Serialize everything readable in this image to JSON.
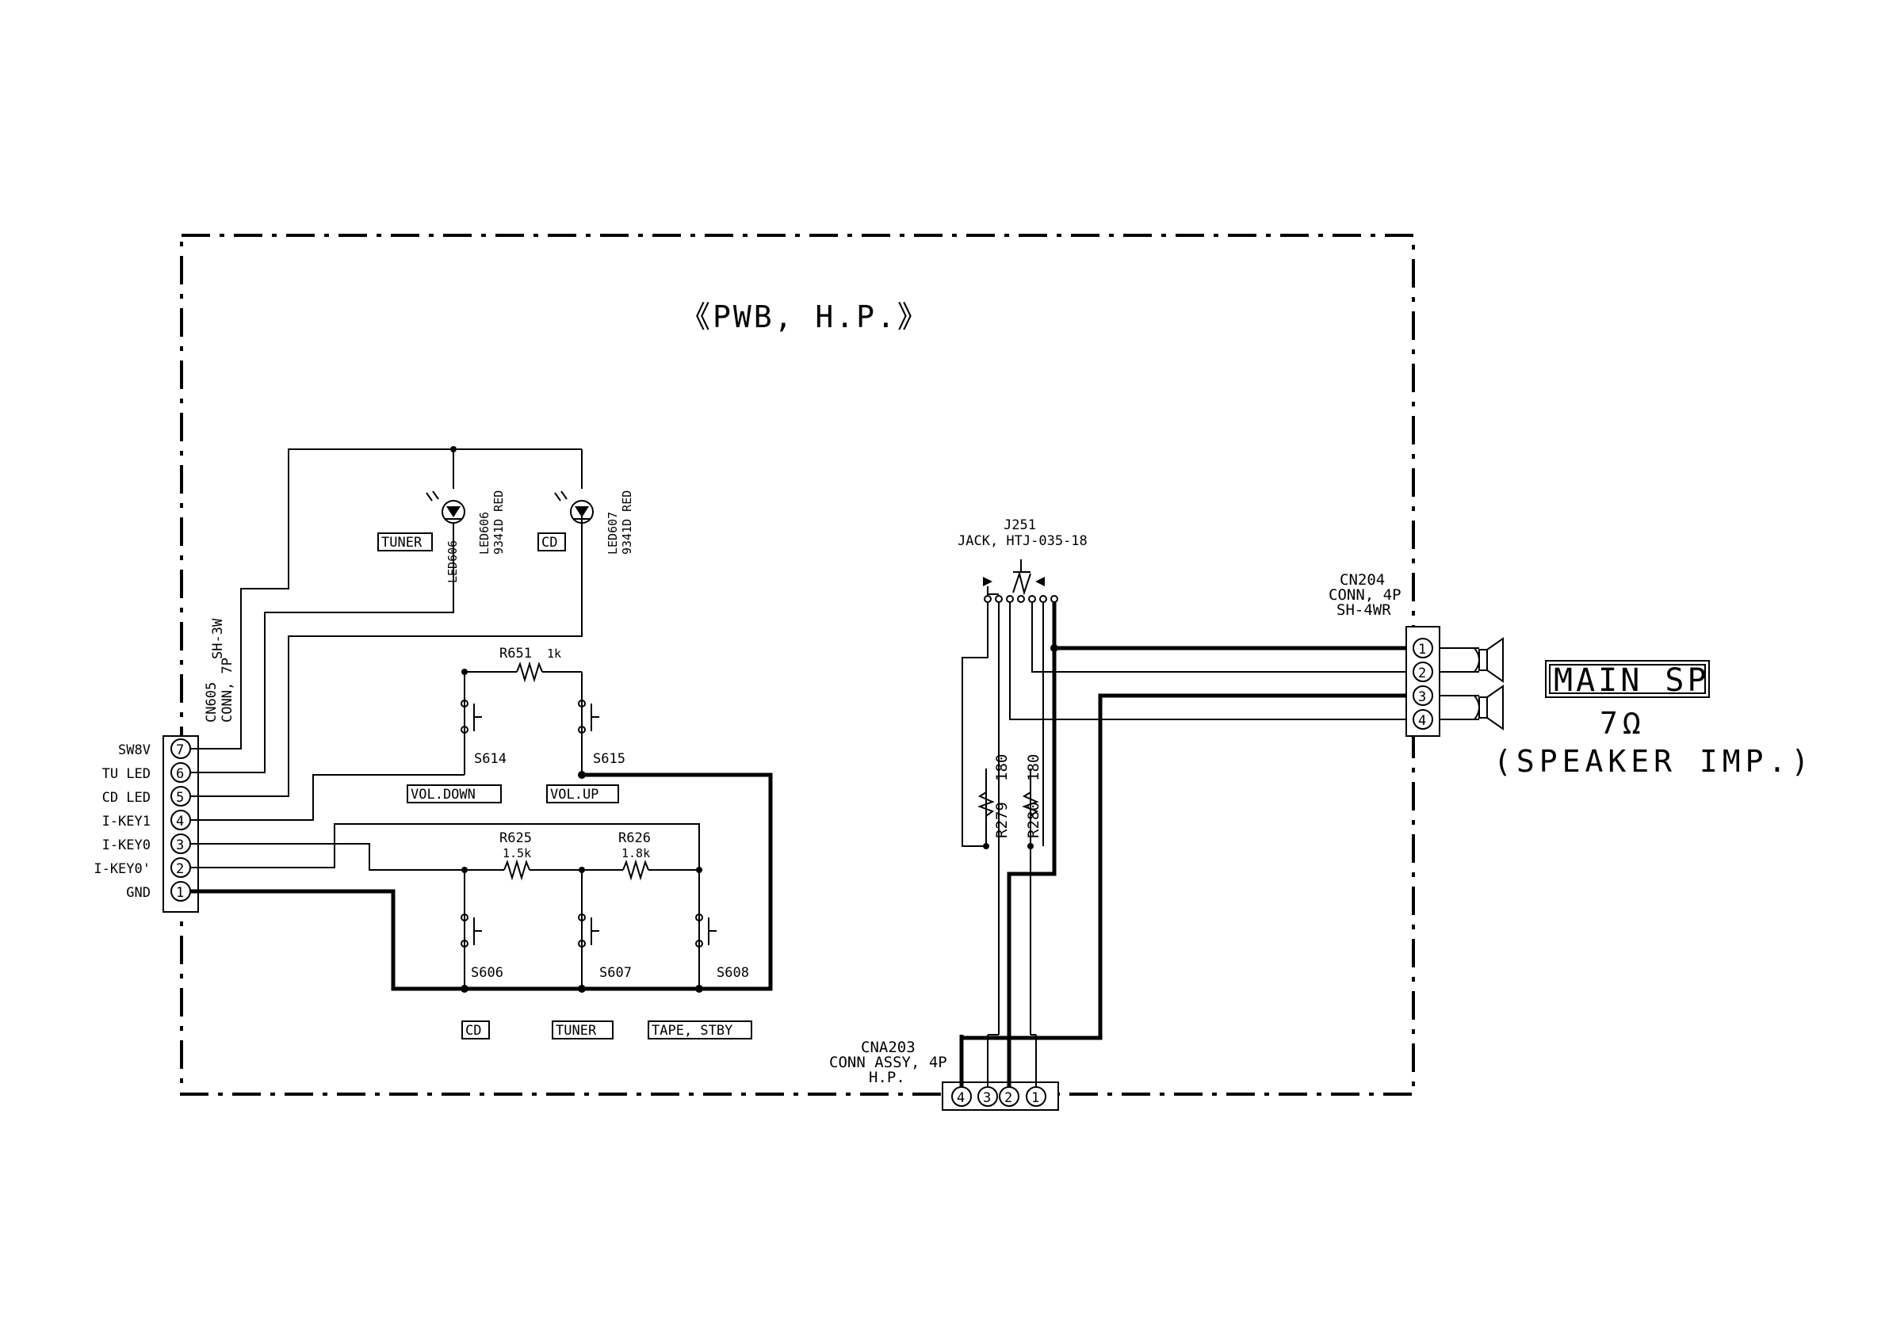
{
  "title": "《PWB, H.P.》",
  "cn605": {
    "ref": "CN605",
    "type": "CONN, 7P",
    "part": "SH-3W",
    "pins": [
      {
        "num": "7",
        "label": "SW8V"
      },
      {
        "num": "6",
        "label": "TU LED"
      },
      {
        "num": "5",
        "label": "CD LED"
      },
      {
        "num": "4",
        "label": "I-KEY1"
      },
      {
        "num": "3",
        "label": "I-KEY0"
      },
      {
        "num": "2",
        "label": "I-KEY0'"
      },
      {
        "num": "1",
        "label": "GND"
      }
    ]
  },
  "leds": [
    {
      "ref": "LED606",
      "part": "9341D RED",
      "label": "TUNER"
    },
    {
      "ref": "LED607",
      "part": "9341D RED",
      "label": "CD"
    }
  ],
  "resistors": [
    {
      "ref": "R651",
      "value": "1k"
    },
    {
      "ref": "R625",
      "value": "1.5k"
    },
    {
      "ref": "R626",
      "value": "1.8k"
    },
    {
      "ref": "R279",
      "value": "180"
    },
    {
      "ref": "R280",
      "value": "180"
    }
  ],
  "switches": [
    {
      "ref": "S614",
      "label": "VOL.DOWN"
    },
    {
      "ref": "S615",
      "label": "VOL.UP"
    },
    {
      "ref": "S606",
      "label": "CD"
    },
    {
      "ref": "S607",
      "label": "TUNER"
    },
    {
      "ref": "S608",
      "label": "TAPE, STBY"
    }
  ],
  "jack": {
    "ref": "J251",
    "part": "JACK, HTJ-035-18"
  },
  "cn204": {
    "ref": "CN204",
    "type": "CONN, 4P",
    "part": "SH-4WR",
    "pins": [
      "1",
      "2",
      "3",
      "4"
    ]
  },
  "cna203": {
    "ref": "CNA203",
    "type": "CONN ASSY, 4P",
    "part": "H.P.",
    "pins": [
      "4",
      "3",
      "2",
      "1"
    ]
  },
  "speaker": {
    "label": "MAIN SP",
    "impedance": "7Ω",
    "note": "(SPEAKER IMP.)"
  }
}
